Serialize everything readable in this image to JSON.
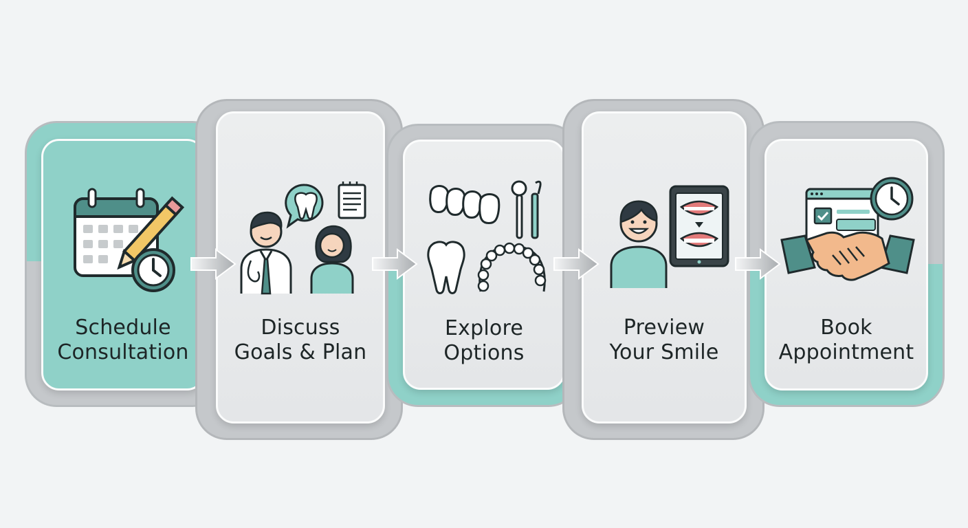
{
  "steps": [
    {
      "id": "schedule",
      "line1": "Schedule",
      "line2": "Consultation",
      "icon": "calendar-pencil-clock-icon"
    },
    {
      "id": "discuss",
      "line1": "Discuss",
      "line2": "Goals & Plan",
      "icon": "dentist-patient-chat-icon"
    },
    {
      "id": "explore",
      "line1": "Explore",
      "line2": "Options",
      "icon": "dental-options-icon"
    },
    {
      "id": "preview",
      "line1": "Preview",
      "line2": "Your Smile",
      "icon": "smile-preview-tablet-icon"
    },
    {
      "id": "book",
      "line1": "Book",
      "line2": "Appointment",
      "icon": "handshake-booking-icon"
    }
  ],
  "colors": {
    "teal": "#8fd1c8",
    "teal_dark": "#4f8f89",
    "gray_frame": "#c5c8cb",
    "card": "#e8eaeb",
    "outline": "#1f2a2c",
    "background": "#f2f4f5"
  },
  "connector": "arrow-right-icon"
}
